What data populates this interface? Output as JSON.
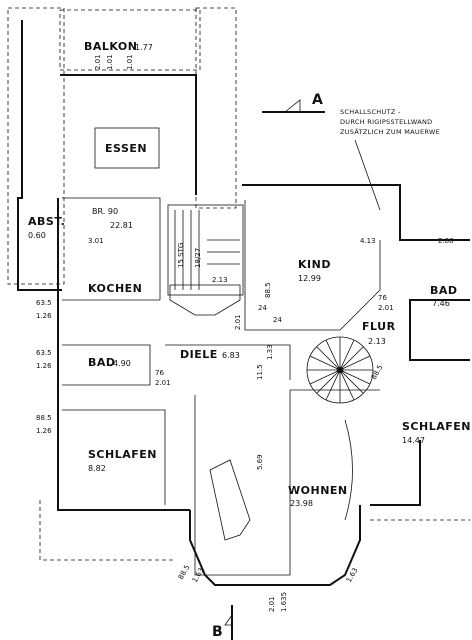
{
  "rooms": {
    "balkon": {
      "name": "BALKON",
      "area": "1.77"
    },
    "essen": {
      "name": "ESSEN"
    },
    "abst": {
      "name": "ABST.",
      "area": "0.60"
    },
    "br": {
      "name": "BR. 90",
      "area": "22.81"
    },
    "kochen": {
      "name": "KOCHEN"
    },
    "bad_left": {
      "name": "BAD",
      "area": "4.90"
    },
    "diele": {
      "name": "DIELE",
      "area": "6.83"
    },
    "schlafen_left": {
      "name": "SCHLAFEN",
      "area": "8.82"
    },
    "wohnen": {
      "name": "WOHNEN",
      "area": "23.98"
    },
    "kind": {
      "name": "KIND",
      "area": "12.99"
    },
    "flur": {
      "name": "FLUR",
      "area": "2.13"
    },
    "bad_right": {
      "name": "BAD",
      "area": "7.46"
    },
    "schlafen_right": {
      "name": "SCHLAFEN",
      "area": "14.47"
    }
  },
  "annotations": {
    "section_a": "A",
    "section_b": "B",
    "note_line1": "SCHALLSCHUTZ -",
    "note_line2": "DURCH RIGIPSSTELLWAND",
    "note_line3": "ZUSÄTZLICH ZUM MAUERWE",
    "stair_label": "15 STG",
    "stair_rise": "18/27",
    "stair_area": "2.13"
  },
  "dimensions": [
    "2.01",
    "1.01",
    "3.01",
    "63.5",
    "1.26",
    "88.5",
    "1.26",
    "2.88",
    "4.13",
    "5.69",
    "1.33",
    "88.5",
    "1.63",
    "1.63",
    "2.01",
    "1.635",
    "11.5",
    "76",
    "2.01",
    "24",
    "88.5",
    "24",
    "76",
    "2.01",
    "88.5",
    "63.5",
    "1.26",
    "2.01",
    "1.01"
  ]
}
